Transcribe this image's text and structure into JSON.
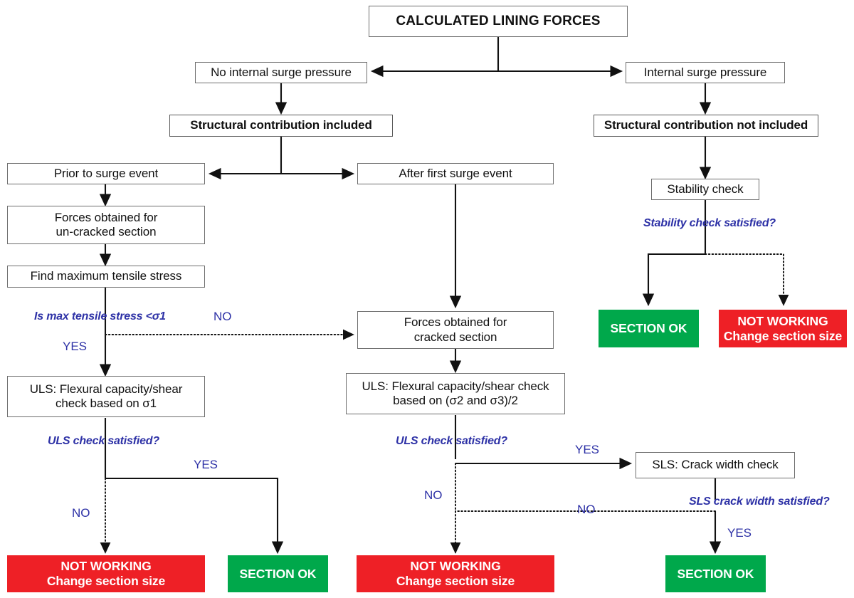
{
  "diagram": {
    "title": "CALCULATED LINING FORCES",
    "accent_blue": "#2d31a6",
    "ok_green": "#00a84b",
    "bad_red": "#ee2026",
    "box_border": "#6e6e6e"
  },
  "nodes": {
    "calculated_lining_forces": "CALCULATED LINING FORCES",
    "no_internal_surge_pressure": "No internal surge pressure",
    "internal_surge_pressure": "Internal surge pressure",
    "structural_contribution_included": "Structural contribution included",
    "structural_contribution_not_included": "Structural contribution not included",
    "prior_to_surge_event": "Prior to surge event",
    "after_first_surge_event": "After first surge event",
    "stability_check": "Stability check",
    "forces_uncracked_line1": "Forces obtained for",
    "forces_uncracked_line2": "un-cracked section",
    "find_maximum_tensile_stress": "Find maximum tensile stress",
    "forces_cracked_line1": "Forces obtained for",
    "forces_cracked_line2": "cracked section",
    "uls_left_line1": "ULS: Flexural capacity/shear",
    "uls_left_line2": "check based on σ1",
    "uls_mid_line1": "ULS: Flexural capacity/shear check",
    "uls_mid_line2": "based on (σ2 and σ3)/2",
    "sls_crack_width_check": "SLS: Crack width check",
    "section_ok_right": "SECTION OK",
    "not_working_right_line1": "NOT WORKING",
    "not_working_right_line2": "Change section size",
    "not_working_left_line1": "NOT WORKING",
    "not_working_left_line2": "Change section size",
    "section_ok_left": "SECTION OK",
    "not_working_mid_line1": "NOT WORKING",
    "not_working_mid_line2": "Change section size",
    "section_ok_mid": "SECTION OK"
  },
  "decisions": {
    "stability_check_satisfied": "Stability check satisfied?",
    "is_max_tensile_stress": "Is max tensile stress <σ1",
    "uls_check_satisfied_left": "ULS check satisfied?",
    "uls_check_satisfied_mid": "ULS check satisfied?",
    "sls_crack_width_satisfied": "SLS crack width satisfied?"
  },
  "branch_labels": {
    "tensile_no": "NO",
    "tensile_yes": "YES",
    "uls_left_yes": "YES",
    "uls_left_no": "NO",
    "uls_mid_yes": "YES",
    "uls_mid_no": "NO",
    "sls_no": "NO",
    "sls_yes": "YES"
  }
}
